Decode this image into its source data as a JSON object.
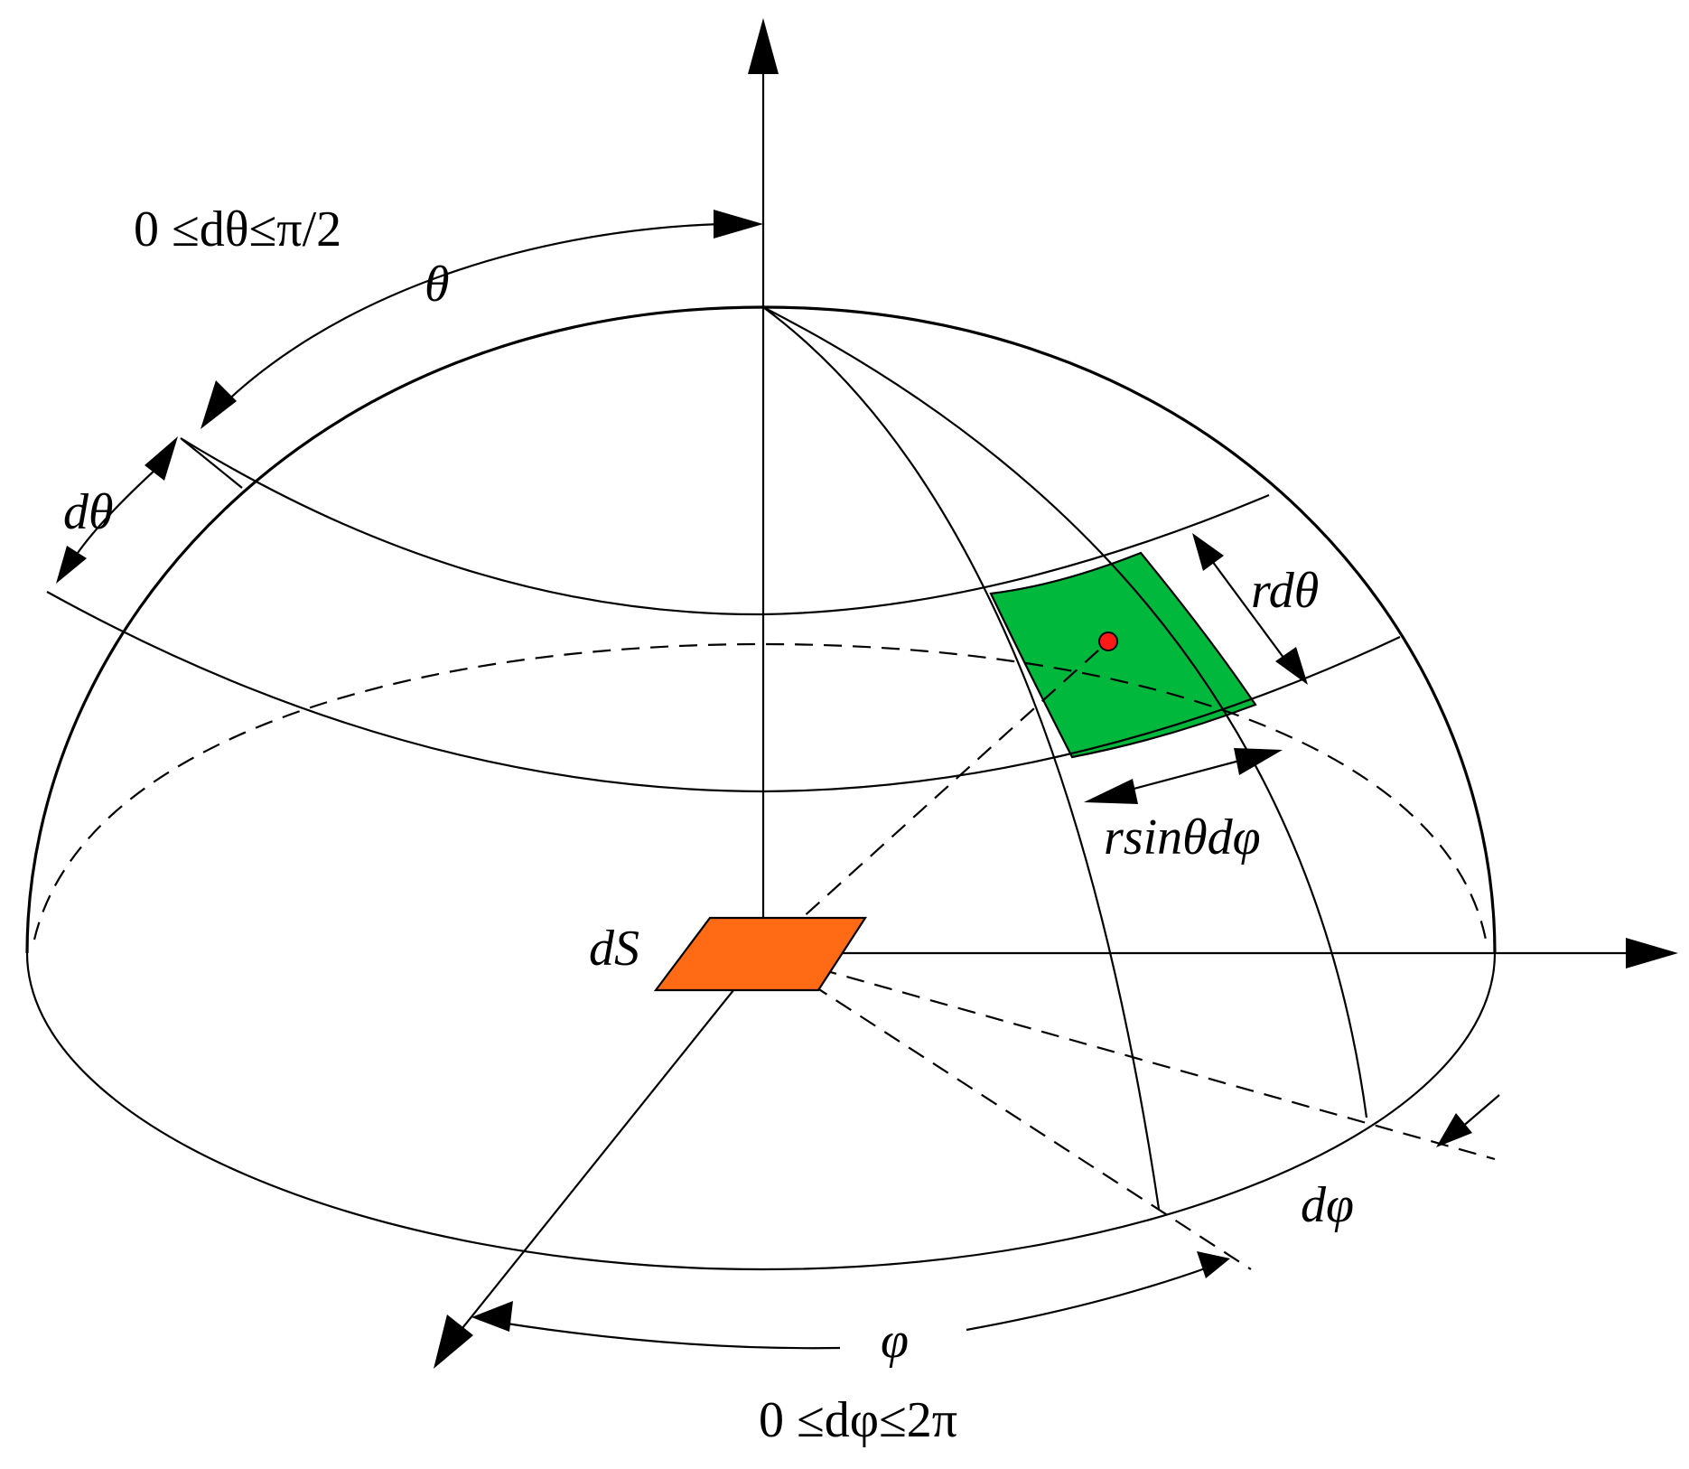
{
  "labels": {
    "theta_range": "0 ≤dθ≤π/2",
    "theta": "θ",
    "d_theta": "dθ",
    "r_d_theta": "rdθ",
    "r_sin_theta_d_phi": "rsinθdφ",
    "dS": "dS",
    "d_phi": "dφ",
    "phi": "φ",
    "phi_range": "0 ≤dφ≤2π"
  },
  "colors": {
    "surface_patch": "#00b83c",
    "area_element": "#ff6a14",
    "point": "#ff1a1a",
    "line": "#000000"
  }
}
